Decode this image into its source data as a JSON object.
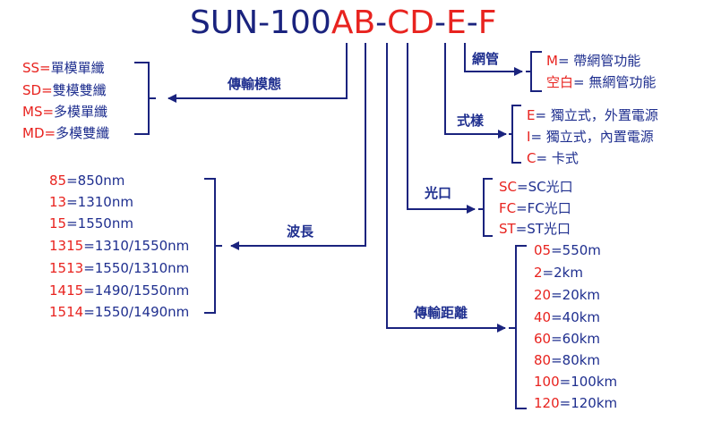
{
  "model": {
    "prefix": "SUN-100",
    "ab": "AB",
    "dash1": "-",
    "cd": "CD",
    "dash2": "-",
    "e": "E",
    "dash3": "-",
    "f": "F"
  },
  "transmission_mode": {
    "label": "傳輸模態",
    "options": [
      {
        "code": "SS",
        "sep": "=",
        "desc": "單模單纖"
      },
      {
        "code": "SD",
        "sep": "=",
        "desc": "雙模雙纖"
      },
      {
        "code": "MS",
        "sep": "=",
        "desc": "多模單纖"
      },
      {
        "code": "MD",
        "sep": "=",
        "desc": "多模雙纖"
      }
    ]
  },
  "wavelength": {
    "label": "波長",
    "options": [
      {
        "code": "85",
        "desc": "=850nm"
      },
      {
        "code": "13",
        "desc": "=1310nm"
      },
      {
        "code": "15",
        "desc": "=1550nm"
      },
      {
        "code": "1315",
        "desc": "=1310/1550nm"
      },
      {
        "code": "1513",
        "desc": "=1550/1310nm"
      },
      {
        "code": "1415",
        "desc": "=1490/1550nm"
      },
      {
        "code": "1514",
        "desc": "=1550/1490nm"
      }
    ]
  },
  "network_management": {
    "label": "網管",
    "options": [
      {
        "code": "M",
        "desc": "= 帶網管功能"
      },
      {
        "code": "空白",
        "desc": "= 無網管功能"
      }
    ]
  },
  "style": {
    "label": "式樣",
    "options": [
      {
        "code": "E",
        "desc": "= 獨立式，外置電源"
      },
      {
        "code": "I",
        "desc": "= 獨立式，內置電源"
      },
      {
        "code": "C",
        "desc": "= 卡式"
      }
    ]
  },
  "optical_port": {
    "label": "光口",
    "options": [
      {
        "code": "SC",
        "desc": "=SC光口"
      },
      {
        "code": "FC",
        "desc": "=FC光口"
      },
      {
        "code": "ST",
        "desc": "=ST光口"
      }
    ]
  },
  "distance": {
    "label": "傳輸距離",
    "options": [
      {
        "code": "05",
        "desc": "=550m"
      },
      {
        "code": "2",
        "desc": "=2km"
      },
      {
        "code": "20",
        "desc": "=20km"
      },
      {
        "code": "40",
        "desc": "=40km"
      },
      {
        "code": "60",
        "desc": "=60km"
      },
      {
        "code": "80",
        "desc": "=80km"
      },
      {
        "code": "100",
        "desc": "=100km"
      },
      {
        "code": "120",
        "desc": "=120km"
      }
    ]
  },
  "colors": {
    "code_red": "#e8231f",
    "text_blue": "#1f2f8f",
    "line_blue": "#1a237e"
  }
}
